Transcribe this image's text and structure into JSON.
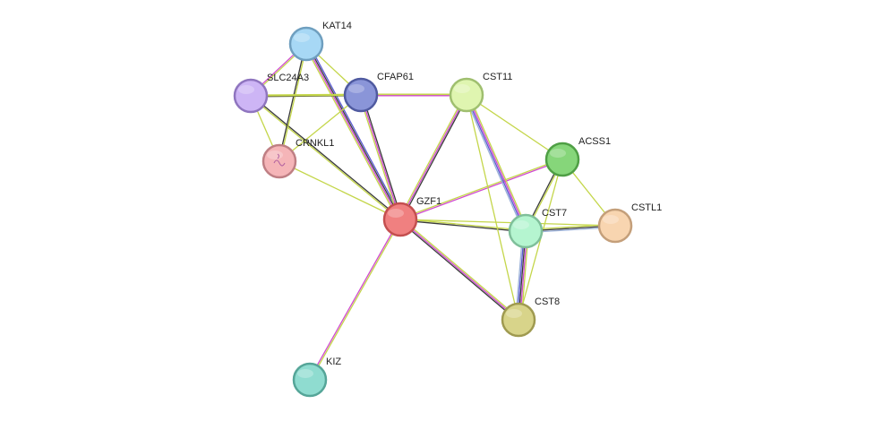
{
  "network": {
    "nodes": [
      {
        "id": "GZF1",
        "label": "GZF1",
        "color": "#f08080",
        "stroke": "#c44f4f"
      },
      {
        "id": "KAT14",
        "label": "KAT14",
        "color": "#a7d8f5",
        "stroke": "#6f9fbf"
      },
      {
        "id": "SLC24A3",
        "label": "SLC24A3",
        "color": "#cdb5f5",
        "stroke": "#8f75bf"
      },
      {
        "id": "CFAP61",
        "label": "CFAP61",
        "color": "#8a95d8",
        "stroke": "#4f5aa0"
      },
      {
        "id": "CRNKL1",
        "label": "CRNKL1",
        "color": "#f5b5b8",
        "stroke": "#bf7f84"
      },
      {
        "id": "CST11",
        "label": "CST11",
        "color": "#dff5b0",
        "stroke": "#9fbf6f"
      },
      {
        "id": "ACSS1",
        "label": "ACSS1",
        "color": "#86d67a",
        "stroke": "#4f9f45"
      },
      {
        "id": "CSTL1",
        "label": "CSTL1",
        "color": "#f8d5b0",
        "stroke": "#c49f7a"
      },
      {
        "id": "CST7",
        "label": "CST7",
        "color": "#b5f5d0",
        "stroke": "#7fbf9a"
      },
      {
        "id": "CST8",
        "label": "CST8",
        "color": "#d8d48a",
        "stroke": "#9f9a50"
      },
      {
        "id": "KIZ",
        "label": "KIZ",
        "color": "#8fdcd0",
        "stroke": "#55a598"
      }
    ],
    "edges": [
      {
        "source": "GZF1",
        "target": "KAT14",
        "types": [
          "#c4d64a",
          "#d04ad0",
          "#3a3a3a",
          "#5a5ad0"
        ]
      },
      {
        "source": "GZF1",
        "target": "SLC24A3",
        "types": [
          "#c4d64a",
          "#3a3a3a"
        ]
      },
      {
        "source": "GZF1",
        "target": "CFAP61",
        "types": [
          "#c4d64a",
          "#d04ad0",
          "#3a3a3a"
        ]
      },
      {
        "source": "GZF1",
        "target": "CRNKL1",
        "types": [
          "#c4d64a"
        ]
      },
      {
        "source": "GZF1",
        "target": "CST11",
        "types": [
          "#c4d64a",
          "#d04ad0",
          "#3a3a3a"
        ]
      },
      {
        "source": "GZF1",
        "target": "ACSS1",
        "types": [
          "#c4d64a",
          "#d04ad0"
        ]
      },
      {
        "source": "GZF1",
        "target": "CST7",
        "types": [
          "#c4d64a",
          "#3a3a3a"
        ]
      },
      {
        "source": "GZF1",
        "target": "CSTL1",
        "types": [
          "#c4d64a"
        ]
      },
      {
        "source": "GZF1",
        "target": "CST8",
        "types": [
          "#c4d64a",
          "#d04ad0",
          "#3a3a3a"
        ]
      },
      {
        "source": "GZF1",
        "target": "KIZ",
        "types": [
          "#c4d64a",
          "#d04ad0"
        ]
      },
      {
        "source": "KAT14",
        "target": "SLC24A3",
        "types": [
          "#c4d64a",
          "#d04ad0"
        ]
      },
      {
        "source": "KAT14",
        "target": "CFAP61",
        "types": [
          "#c4d64a"
        ]
      },
      {
        "source": "KAT14",
        "target": "CRNKL1",
        "types": [
          "#c4d64a",
          "#3a3a3a"
        ]
      },
      {
        "source": "SLC24A3",
        "target": "CFAP61",
        "types": [
          "#c4d64a",
          "#3a3a3a"
        ]
      },
      {
        "source": "SLC24A3",
        "target": "CRNKL1",
        "types": [
          "#c4d64a"
        ]
      },
      {
        "source": "SLC24A3",
        "target": "CST11",
        "types": [
          "#c4d64a"
        ]
      },
      {
        "source": "CFAP61",
        "target": "CST11",
        "types": [
          "#c4d64a",
          "#d04ad0"
        ]
      },
      {
        "source": "CFAP61",
        "target": "CRNKL1",
        "types": [
          "#c4d64a"
        ]
      },
      {
        "source": "CST11",
        "target": "ACSS1",
        "types": [
          "#c4d64a"
        ]
      },
      {
        "source": "CST11",
        "target": "CST7",
        "types": [
          "#c4d64a",
          "#d04ad0",
          "#5a5ad0",
          "#9ab0d8"
        ]
      },
      {
        "source": "CST11",
        "target": "CST8",
        "types": [
          "#c4d64a"
        ]
      },
      {
        "source": "ACSS1",
        "target": "CST7",
        "types": [
          "#c4d64a",
          "#3a3a3a"
        ]
      },
      {
        "source": "ACSS1",
        "target": "CSTL1",
        "types": [
          "#c4d64a"
        ]
      },
      {
        "source": "ACSS1",
        "target": "CST8",
        "types": [
          "#c4d64a"
        ]
      },
      {
        "source": "CST7",
        "target": "CSTL1",
        "types": [
          "#c4d64a",
          "#3a3a3a",
          "#9ab0d8"
        ]
      },
      {
        "source": "CST7",
        "target": "CST8",
        "types": [
          "#c4d64a",
          "#d04ad0",
          "#3a3a3a",
          "#5a5ad0",
          "#9ab0d8"
        ]
      }
    ]
  }
}
